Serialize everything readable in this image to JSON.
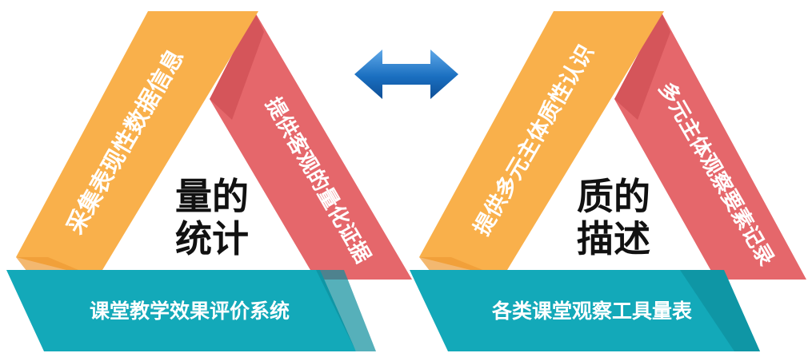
{
  "left_triangle": {
    "center_line1": "量的",
    "center_line2": "统计",
    "left_band": "采集表现性数据信息",
    "right_band": "提供客观的量化证据",
    "bottom_band": "课堂教学效果评价系统",
    "colors": {
      "left": "#F9B04B",
      "right": "#E5676B",
      "bottom": "#13A9B9"
    }
  },
  "right_triangle": {
    "center_line1": "质的",
    "center_line2": "描述",
    "left_band": "提供多元主体质性认识",
    "right_band": "多元主体观察要素记录",
    "bottom_band": "各类课堂观察工具量表",
    "colors": {
      "left": "#F9B04B",
      "right": "#E5676B",
      "bottom": "#13A9B9"
    }
  },
  "connector": {
    "icon": "double-arrow-icon",
    "color": "#1A6FC0"
  }
}
